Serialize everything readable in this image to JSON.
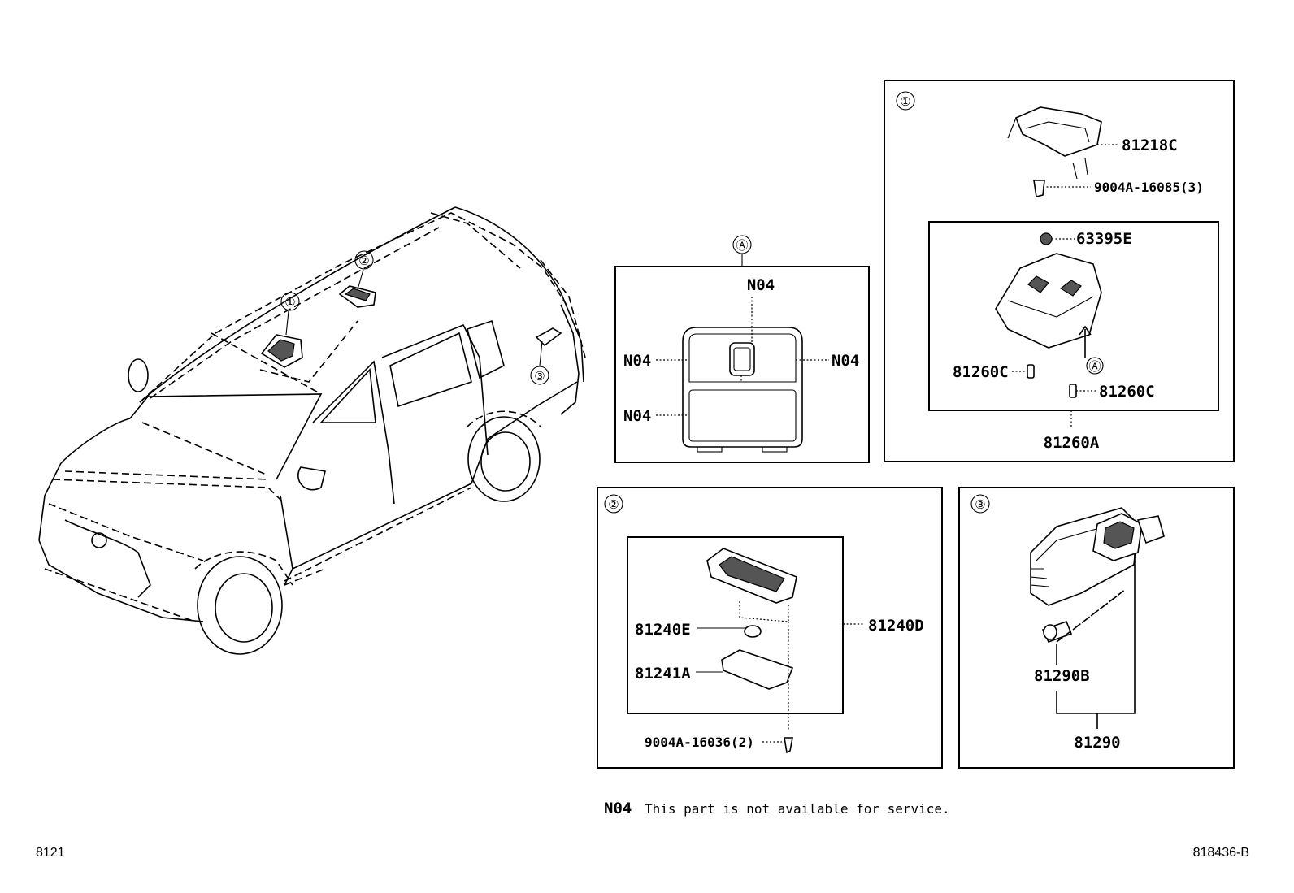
{
  "callouts": {
    "c1": "①",
    "c2": "②",
    "c3": "③",
    "a": "Ⓐ"
  },
  "detail_a": {
    "n04_top": "N04",
    "n04_left": "N04",
    "n04_right": "N04",
    "n04_bottom": "N04"
  },
  "box1": {
    "p81218C": "81218C",
    "p9004A_16085": "9004A-16085(3)",
    "p63395E": "63395E",
    "p81260C_left": "81260C",
    "p81260C_right": "81260C",
    "p81260A": "81260A"
  },
  "box2": {
    "p81240E": "81240E",
    "p81241A": "81241A",
    "p81240D": "81240D",
    "p9004A_16036": "9004A-16036(2)"
  },
  "box3": {
    "p81290B": "81290B",
    "p81290": "81290"
  },
  "note": {
    "code": "N04",
    "text": "This part is not available for service."
  },
  "footer": {
    "left": "8121",
    "right": "818436-B"
  }
}
